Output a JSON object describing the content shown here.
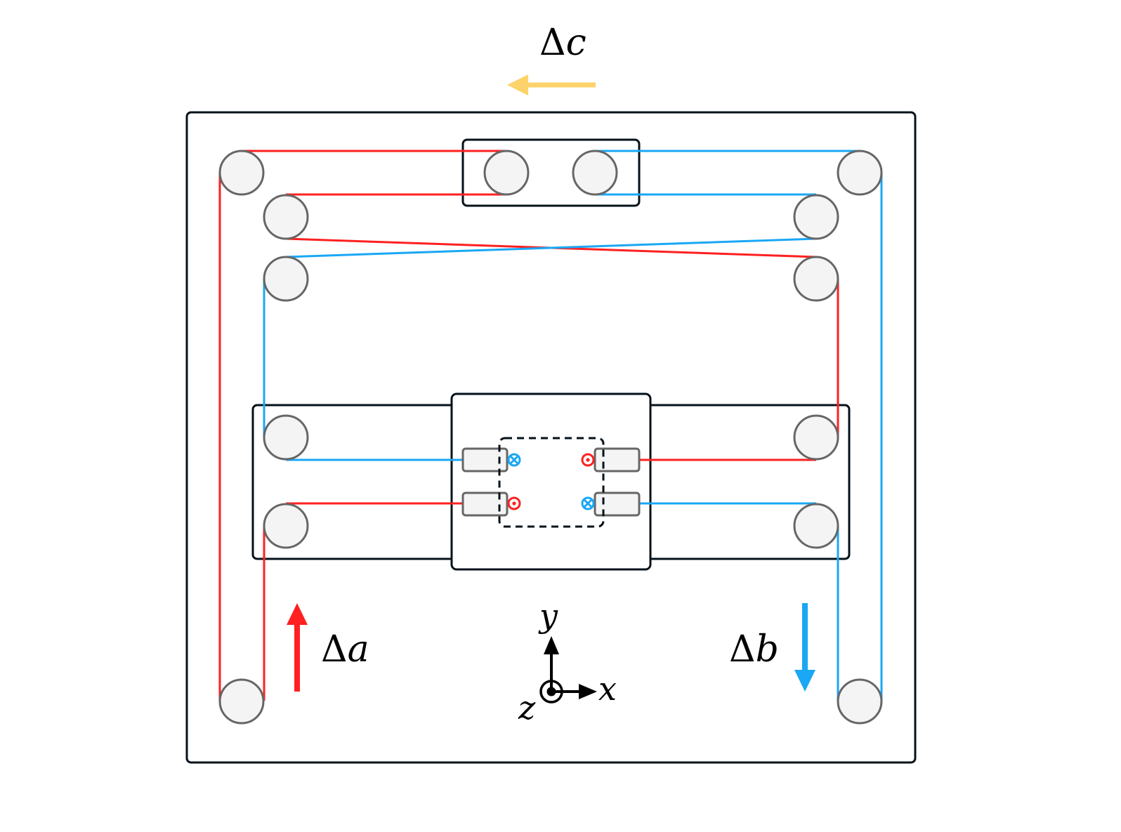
{
  "colors": {
    "cable_a": "#ff2020",
    "cable_b": "#1aa7f5",
    "arrow_c": "#fcd36a",
    "frame": "#05121a",
    "pulley_fill": "#f4f4f4",
    "pulley_stroke": "#666666",
    "axes": "#000000"
  },
  "labels": {
    "delta_c": {
      "delta": "Δ",
      "var": "c"
    },
    "delta_a": {
      "delta": "Δ",
      "var": "a"
    },
    "delta_b": {
      "delta": "Δ",
      "var": "b"
    },
    "axis_x": "x",
    "axis_y": "y",
    "axis_z": "z"
  },
  "arrows": {
    "delta_c": "left",
    "delta_a": "up",
    "delta_b": "down"
  },
  "current_markers": [
    {
      "name": "into-page-marker-top-left",
      "symbol": "cross",
      "cable": "b"
    },
    {
      "name": "out-of-page-marker-bottom-left",
      "symbol": "dot",
      "cable": "a"
    },
    {
      "name": "out-of-page-marker-top-right",
      "symbol": "dot",
      "cable": "a"
    },
    {
      "name": "into-page-marker-bottom-right",
      "symbol": "cross",
      "cable": "b"
    }
  ],
  "pulley_count": 14,
  "clamp_count": 4
}
